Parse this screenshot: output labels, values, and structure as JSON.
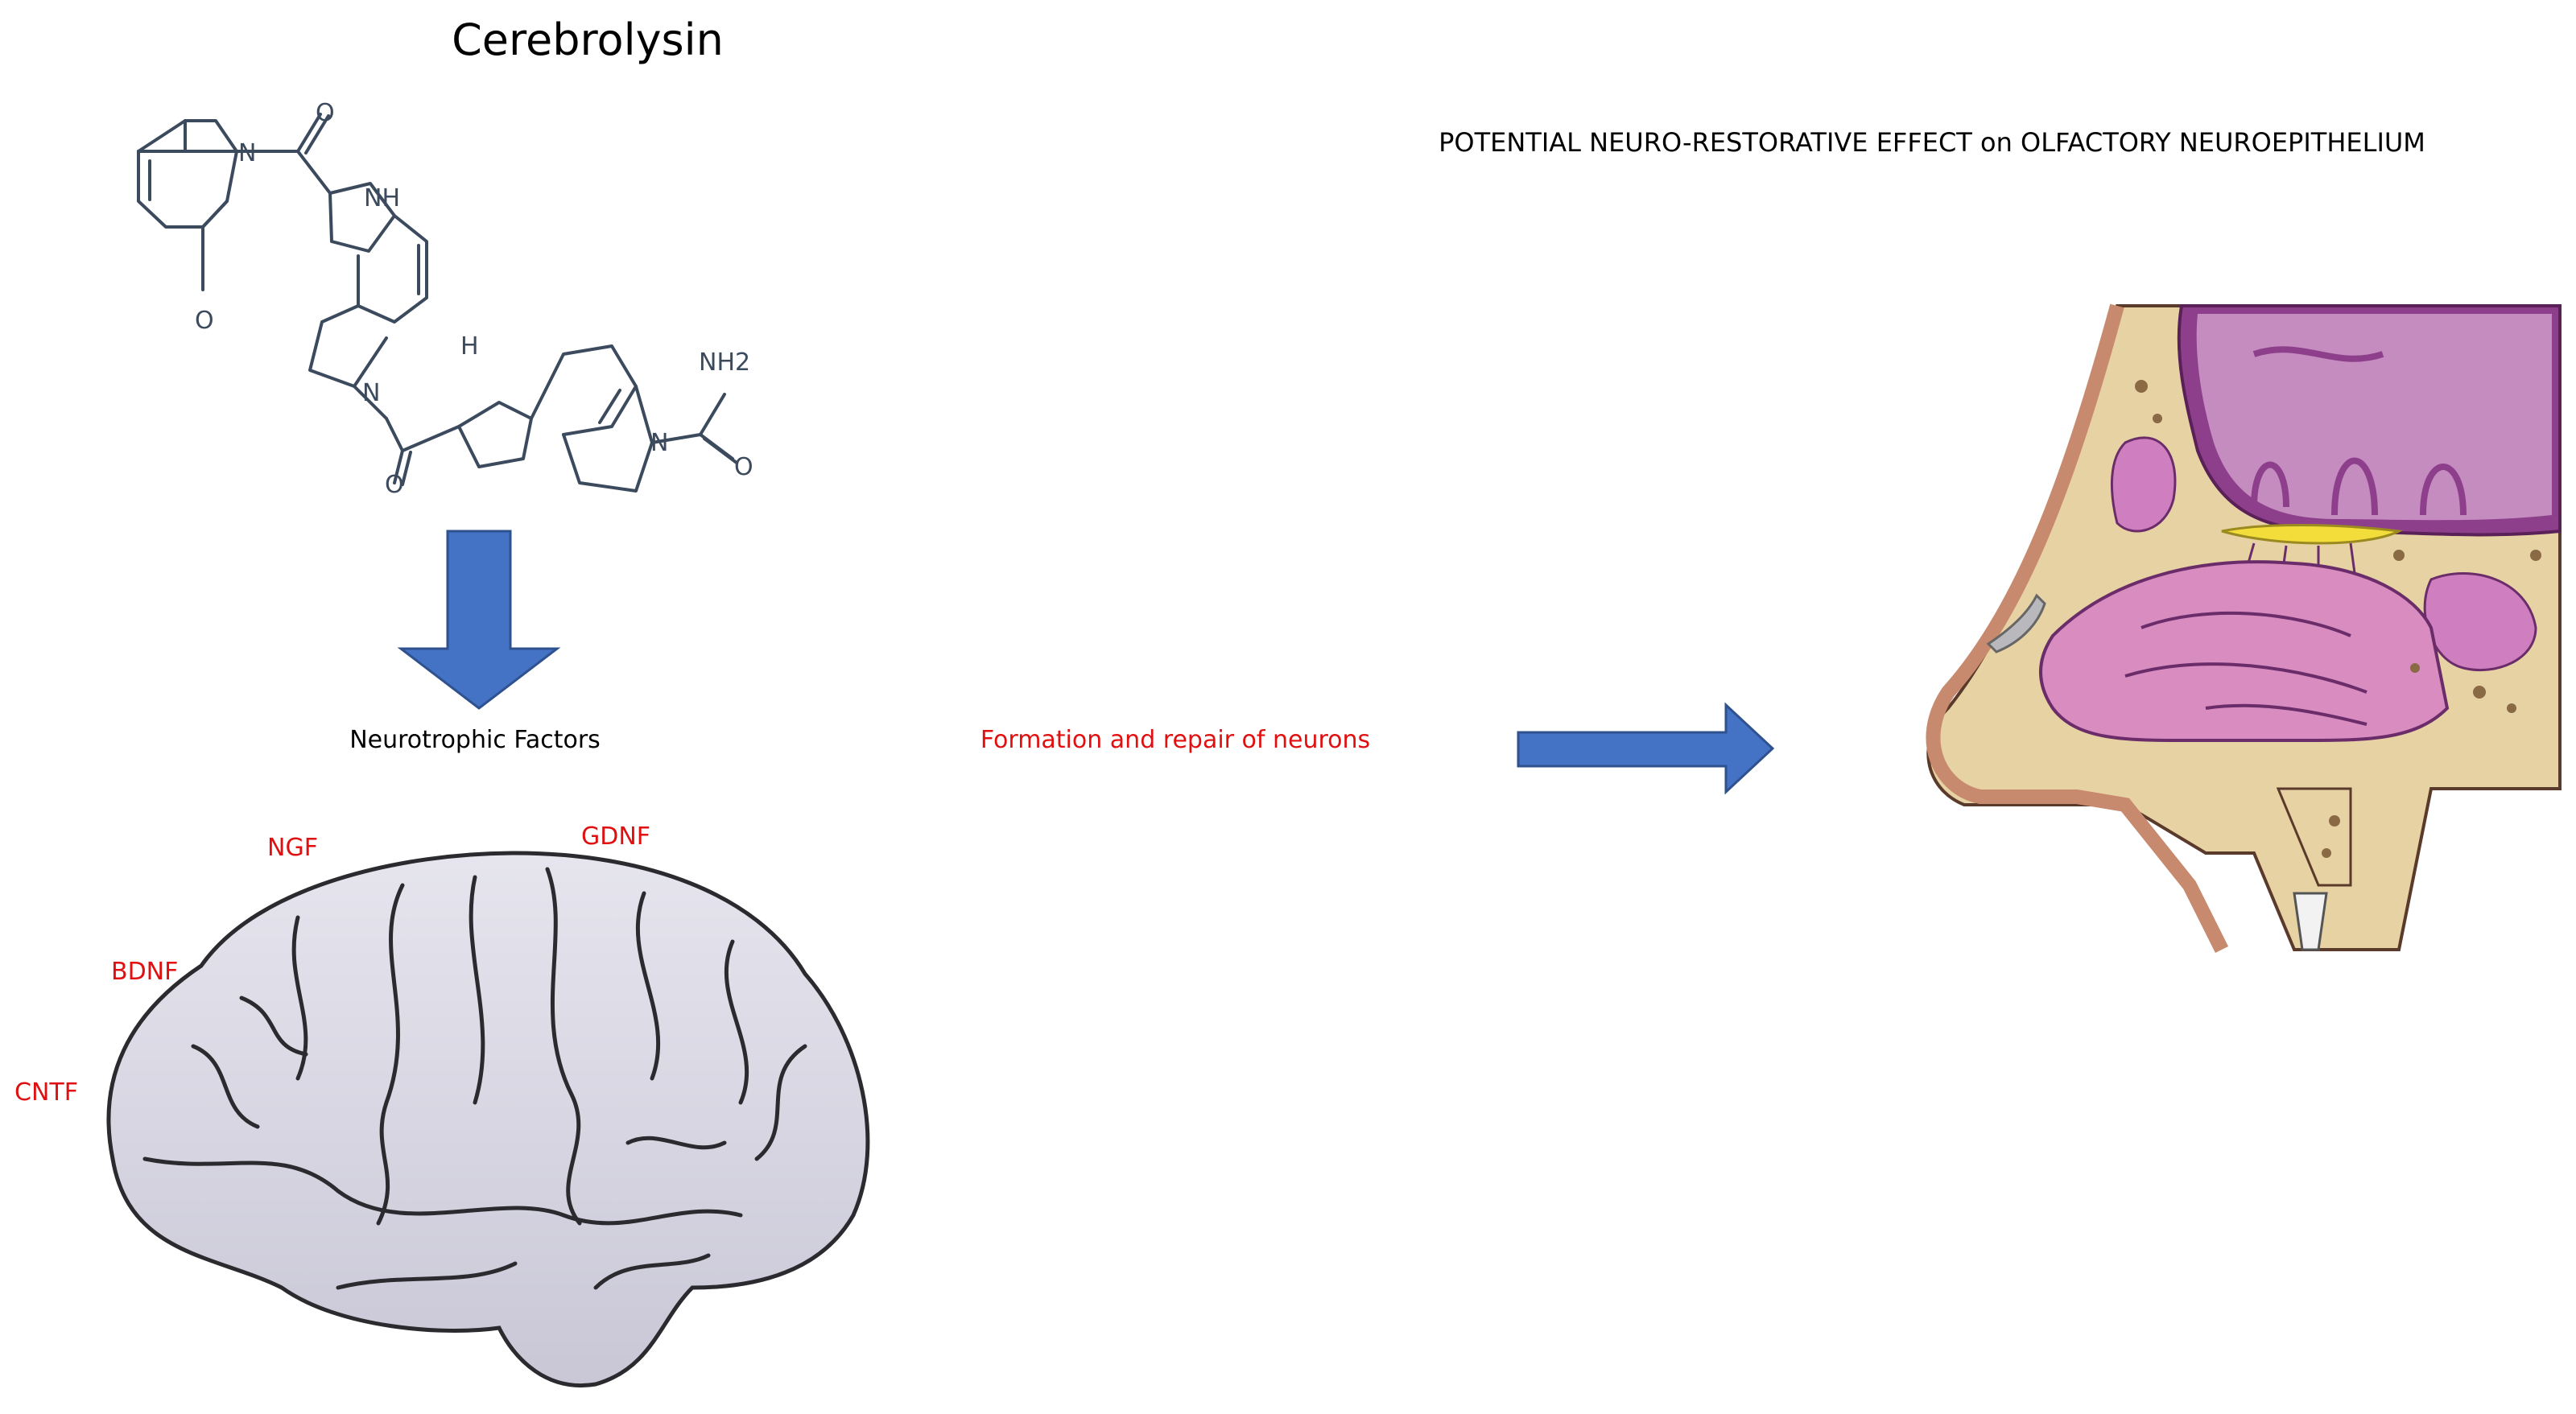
{
  "title": "Cerebrolysin",
  "heading": "POTENTIAL NEURO-RESTORATIVE EFFECT on OLFACTORY NEUROEPITHELIUM",
  "neurotrophic_label": "Neurotrophic Factors",
  "process_label": "Formation and repair of neurons",
  "factors": {
    "ngf": "NGF",
    "gdnf": "GDNF",
    "bdnf": "BDNF",
    "cntf": "CNTF"
  },
  "molecule_atoms": {
    "n1": "N",
    "o1": "O",
    "o2": "O",
    "nh1": "NH",
    "n2": "N",
    "o3": "O",
    "hn": "H",
    "nh2": "NH2",
    "n3": "N",
    "o4": "O"
  },
  "colors": {
    "arrow": "#4472c4",
    "arrow_border": "#2f528f",
    "red_text": "#e01010",
    "molecule": "#3c4a5e",
    "brain": "#d9d8e2",
    "brain_outline": "#2b2b2f",
    "tissue_pink": "#d98cc0",
    "tissue_purple": "#b05ea8",
    "bone": "#e7d2a4"
  }
}
